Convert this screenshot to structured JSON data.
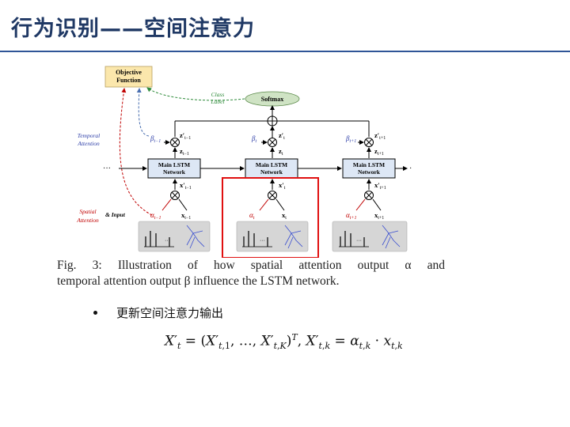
{
  "slide": {
    "title": "行为识别——空间注意力",
    "bullet": "更新空间注意力输出"
  },
  "figure": {
    "objective_line1": "Objective",
    "objective_line2": "Function",
    "class_label_line1": "Class",
    "class_label_line2": "Label",
    "softmax": "Softmax",
    "temporal_line1": "Temporal",
    "temporal_line2": "Attention",
    "spatial_line1": "Spatial",
    "spatial_line2": "Attention",
    "and_input": "& Input",
    "lstm_line1": "Main LSTM",
    "lstm_line2": "Network",
    "ellipsis": "···",
    "colors": {
      "blue_label": "#2e3fa8",
      "red_label": "#c00000",
      "green_arrow": "#2e8b3a",
      "highlight": "#e01010",
      "box_fill": "#dde7f5",
      "objective_fill": "#fbe7ac",
      "softmax_fill": "#cfe3c4"
    }
  },
  "caption": {
    "line1": "Fig. 3: Illustration of how spatial attention output α and",
    "line2": "temporal attention output β influence the LSTM network."
  },
  "formula": {
    "lhs": "X′t = (X′t,1, …, X′t,K)T, X′t,k = αt,k · xt,k"
  }
}
